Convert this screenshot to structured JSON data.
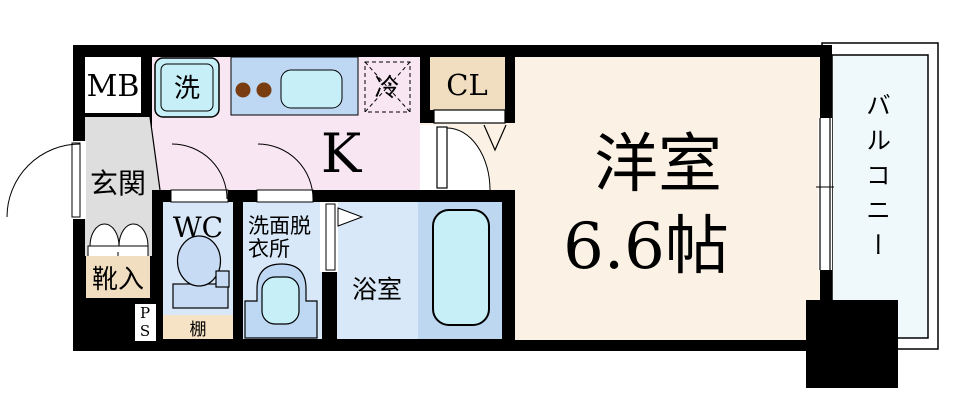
{
  "floorplan": {
    "rooms": {
      "kitchen": {
        "label": "K"
      },
      "western_room": {
        "name_label": "洋室",
        "size_label": "6.6帖"
      },
      "entrance": {
        "label": "玄関"
      },
      "toilet": {
        "label": "WC"
      },
      "washroom": {
        "label_line1": "洗面脱",
        "label_line2": "衣所"
      },
      "bathroom": {
        "label": "浴室"
      },
      "balcony": {
        "label": "バルコニー"
      },
      "closet": {
        "label": "CL"
      },
      "meter_box": {
        "label": "MB"
      }
    },
    "fixtures": {
      "washing_machine": {
        "label": "洗"
      },
      "refrigerator": {
        "label": "冷"
      },
      "shoe_cabinet": {
        "label": "靴入"
      },
      "shelf": {
        "label": "棚"
      },
      "pipe_space": {
        "line1": "P",
        "line2": "S"
      }
    },
    "colors": {
      "wall": "#000000",
      "kitchen": "#F8E6F2",
      "western_room": "#FBF2E5",
      "entrance": "#DEDEDE",
      "wet_rooms": "#D9E8F8",
      "bathtub_panel": "#BDD7F0",
      "fixture_blue": "#BED8F3",
      "water_cyan": "#C6EFF8",
      "storage_beige": "#F1DDBF",
      "shelf_beige": "#F6E2C4",
      "balcony": "#EFF9FB",
      "burner_brown": "#7A3D12"
    }
  }
}
